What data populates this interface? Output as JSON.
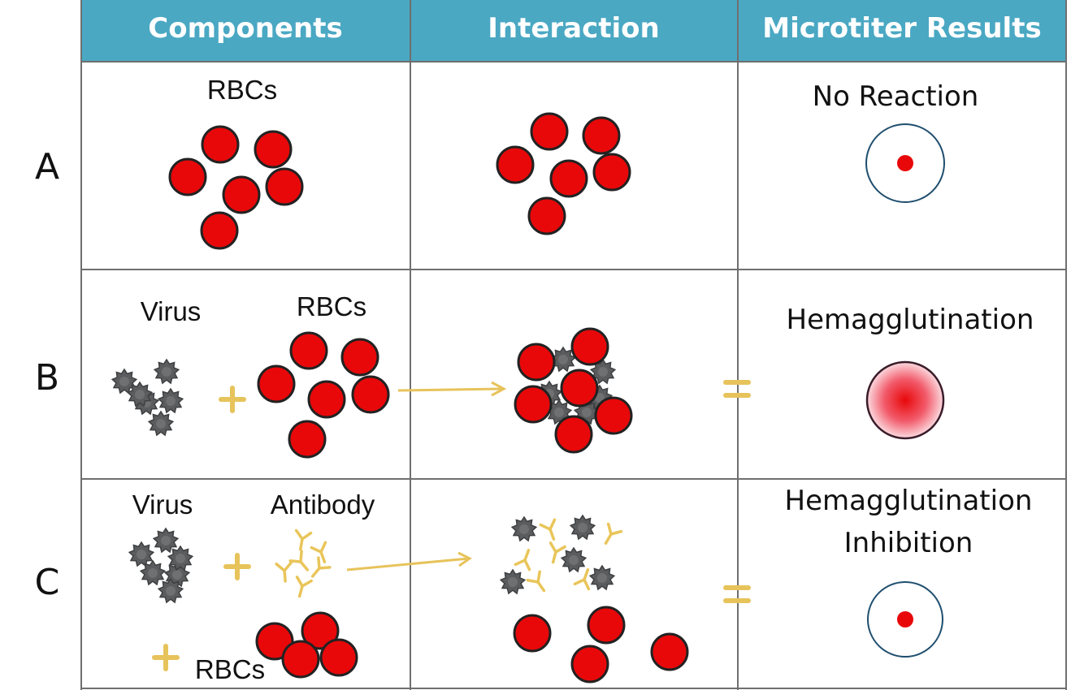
{
  "header": {
    "components": "Components",
    "interaction": "Interaction",
    "results": "Microtiter Results"
  },
  "rows": {
    "a": {
      "label": "A",
      "rbc_label": "RBCs",
      "result": "No Reaction"
    },
    "b": {
      "label": "B",
      "virus_label": "Virus",
      "rbc_label": "RBCs",
      "result": "Hemagglutination"
    },
    "c": {
      "label": "C",
      "virus_label": "Virus",
      "antibody_label": "Antibody",
      "rbc_label": "RBCs",
      "result_line1": "Hemagglutination",
      "result_line2": "Inhibition"
    }
  },
  "colors": {
    "header_bg": "#4aa8c3",
    "grid": "#6f6f6f",
    "rbc_fill": "#e8080a",
    "rbc_stroke": "#222222",
    "virus": "#5a5c5e",
    "antibody": "#e9c55a",
    "arrow": "#e7c35b",
    "well_ring": "#1f4e6e"
  }
}
